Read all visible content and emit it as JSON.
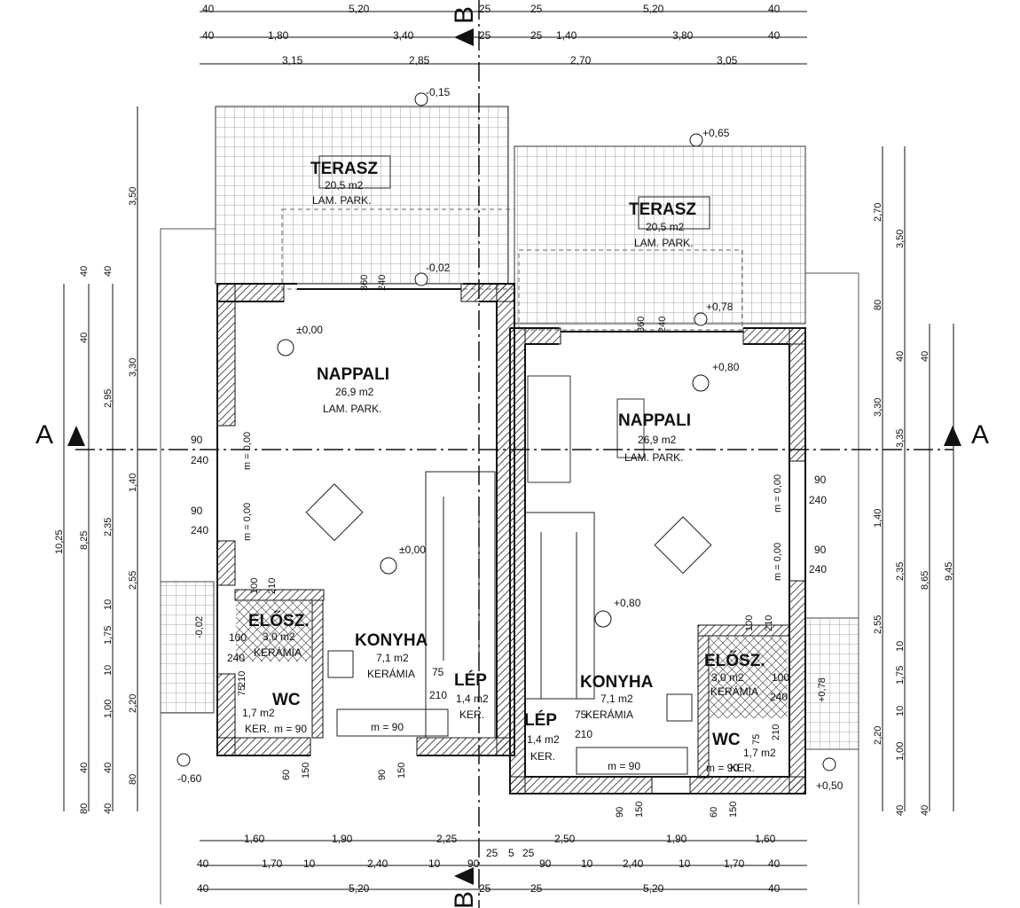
{
  "title": "",
  "dimensions": {
    "top": {
      "row1": [
        "40",
        "5,20",
        "25",
        "25",
        "5,20",
        "40"
      ],
      "row2": [
        "40",
        "1,80",
        "3,40",
        "25",
        "25",
        "1,40",
        "3,80",
        "40"
      ],
      "row3": [
        "3,15",
        "2,85",
        "2,70",
        "3,05"
      ]
    },
    "bottom": {
      "row1": [
        "1,60",
        "1,90",
        "2,25",
        "2,50",
        "1,90",
        "1,60"
      ],
      "row2": [
        "40",
        "1,70",
        "10",
        "2,40",
        "10",
        "90",
        "25",
        "5",
        "25",
        "90",
        "10",
        "2,40",
        "10",
        "1,70",
        "40"
      ],
      "row3": [
        "40",
        "5,20",
        "25",
        "25",
        "5,20",
        "40"
      ]
    },
    "left_outer": [
      "3,50",
      "40",
      "40",
      "3,30",
      "40",
      "2,95",
      "1,40",
      "2,35",
      "2,55",
      "10",
      "1,75",
      "10",
      "2,20",
      "1,00",
      "40",
      "80",
      "80",
      "40",
      "40"
    ],
    "left_totals": [
      "10,25",
      "8,25"
    ],
    "right_outer": [
      "2,70",
      "3,50",
      "80",
      "40",
      "40",
      "3,30",
      "3,35",
      "1,40",
      "2,35",
      "2,55",
      "10",
      "1,75",
      "10",
      "2,20",
      "1,00",
      "40",
      "40"
    ],
    "right_totals": [
      "9,45",
      "8,65"
    ]
  },
  "levels": {
    "terrace_left": "-0,15",
    "terrace_left_edge": "-0,02",
    "living_left": "±0,00",
    "hall_left": "±0,00",
    "outside_left": "-0,60",
    "entry_left": "-0,02",
    "terrace_right": "+0,65",
    "terrace_right_edge": "+0,78",
    "living_right": "+0,80",
    "hall_right": "+0,80",
    "entry_right": "+0,78",
    "outside_right": "+0,50"
  },
  "sections": {
    "a": "A",
    "b": "B"
  },
  "units": {
    "left": {
      "terrace": {
        "name": "TERASZ",
        "area": "20,5 m2",
        "finish": "LAM. PARK."
      },
      "living": {
        "name": "NAPPALI",
        "area": "26,9 m2",
        "finish": "LAM. PARK."
      },
      "hall": {
        "name": "ELŐSZ.",
        "area": "3,0 m2",
        "finish": "KERÁMIA"
      },
      "kitchen": {
        "name": "KONYHA",
        "area": "7,1 m2",
        "finish": "KERÁMIA"
      },
      "stair": {
        "name": "LÉP",
        "area": "1,4 m2",
        "finish": "KER."
      },
      "wc": {
        "name": "WC",
        "area": "1,7 m2",
        "finish": "KER."
      }
    },
    "right": {
      "terrace": {
        "name": "TERASZ",
        "area": "20,5 m2",
        "finish": "LAM. PARK."
      },
      "living": {
        "name": "NAPPALI",
        "area": "26,9 m2",
        "finish": "LAM. PARK."
      },
      "hall": {
        "name": "ELŐSZ.",
        "area": "3,0 m2",
        "finish": "KERÁMIA"
      },
      "kitchen": {
        "name": "KONYHA",
        "area": "7,1 m2",
        "finish": "KERÁMIA"
      },
      "stair": {
        "name": "LÉP",
        "area": "1,4 m2",
        "finish": "KER."
      },
      "wc": {
        "name": "WC",
        "area": "1,7 m2",
        "finish": "KER."
      }
    }
  },
  "openings": {
    "door_slider_left": [
      "360",
      "240"
    ],
    "door_slider_right": [
      "360",
      "240"
    ],
    "window_left_1": [
      "90",
      "240"
    ],
    "window_left_2": [
      "90",
      "240"
    ],
    "window_right_1": [
      "90",
      "240"
    ],
    "window_right_2": [
      "90",
      "240"
    ],
    "entry_left": [
      "100",
      "240"
    ],
    "entry_right": [
      "100",
      "240"
    ],
    "inner_left_hall": [
      "100",
      "210"
    ],
    "inner_left_wc": [
      "75",
      "210"
    ],
    "inner_left_stair": [
      "75",
      "210"
    ],
    "inner_right_hall": [
      "100",
      "210"
    ],
    "inner_right_wc": [
      "75",
      "210"
    ],
    "inner_right_stair": [
      "75",
      "210"
    ],
    "bottom_left": [
      "60",
      "150",
      "90",
      "150"
    ],
    "bottom_right": [
      "90",
      "150",
      "60",
      "150"
    ],
    "parapet_left_1": "m = 0,00",
    "parapet_left_2": "m = 0,00",
    "parapet_right_1": "m = 0,00",
    "parapet_right_2": "m = 0,00",
    "parapet_wc_left": "m = 90",
    "parapet_kitchen_left": "m = 90",
    "parapet_wc_right": "m = 90",
    "parapet_kitchen_right": "m = 90"
  },
  "colors": {
    "wall": "#111111",
    "grid": "#9a9a9a",
    "axis": "#111111"
  }
}
